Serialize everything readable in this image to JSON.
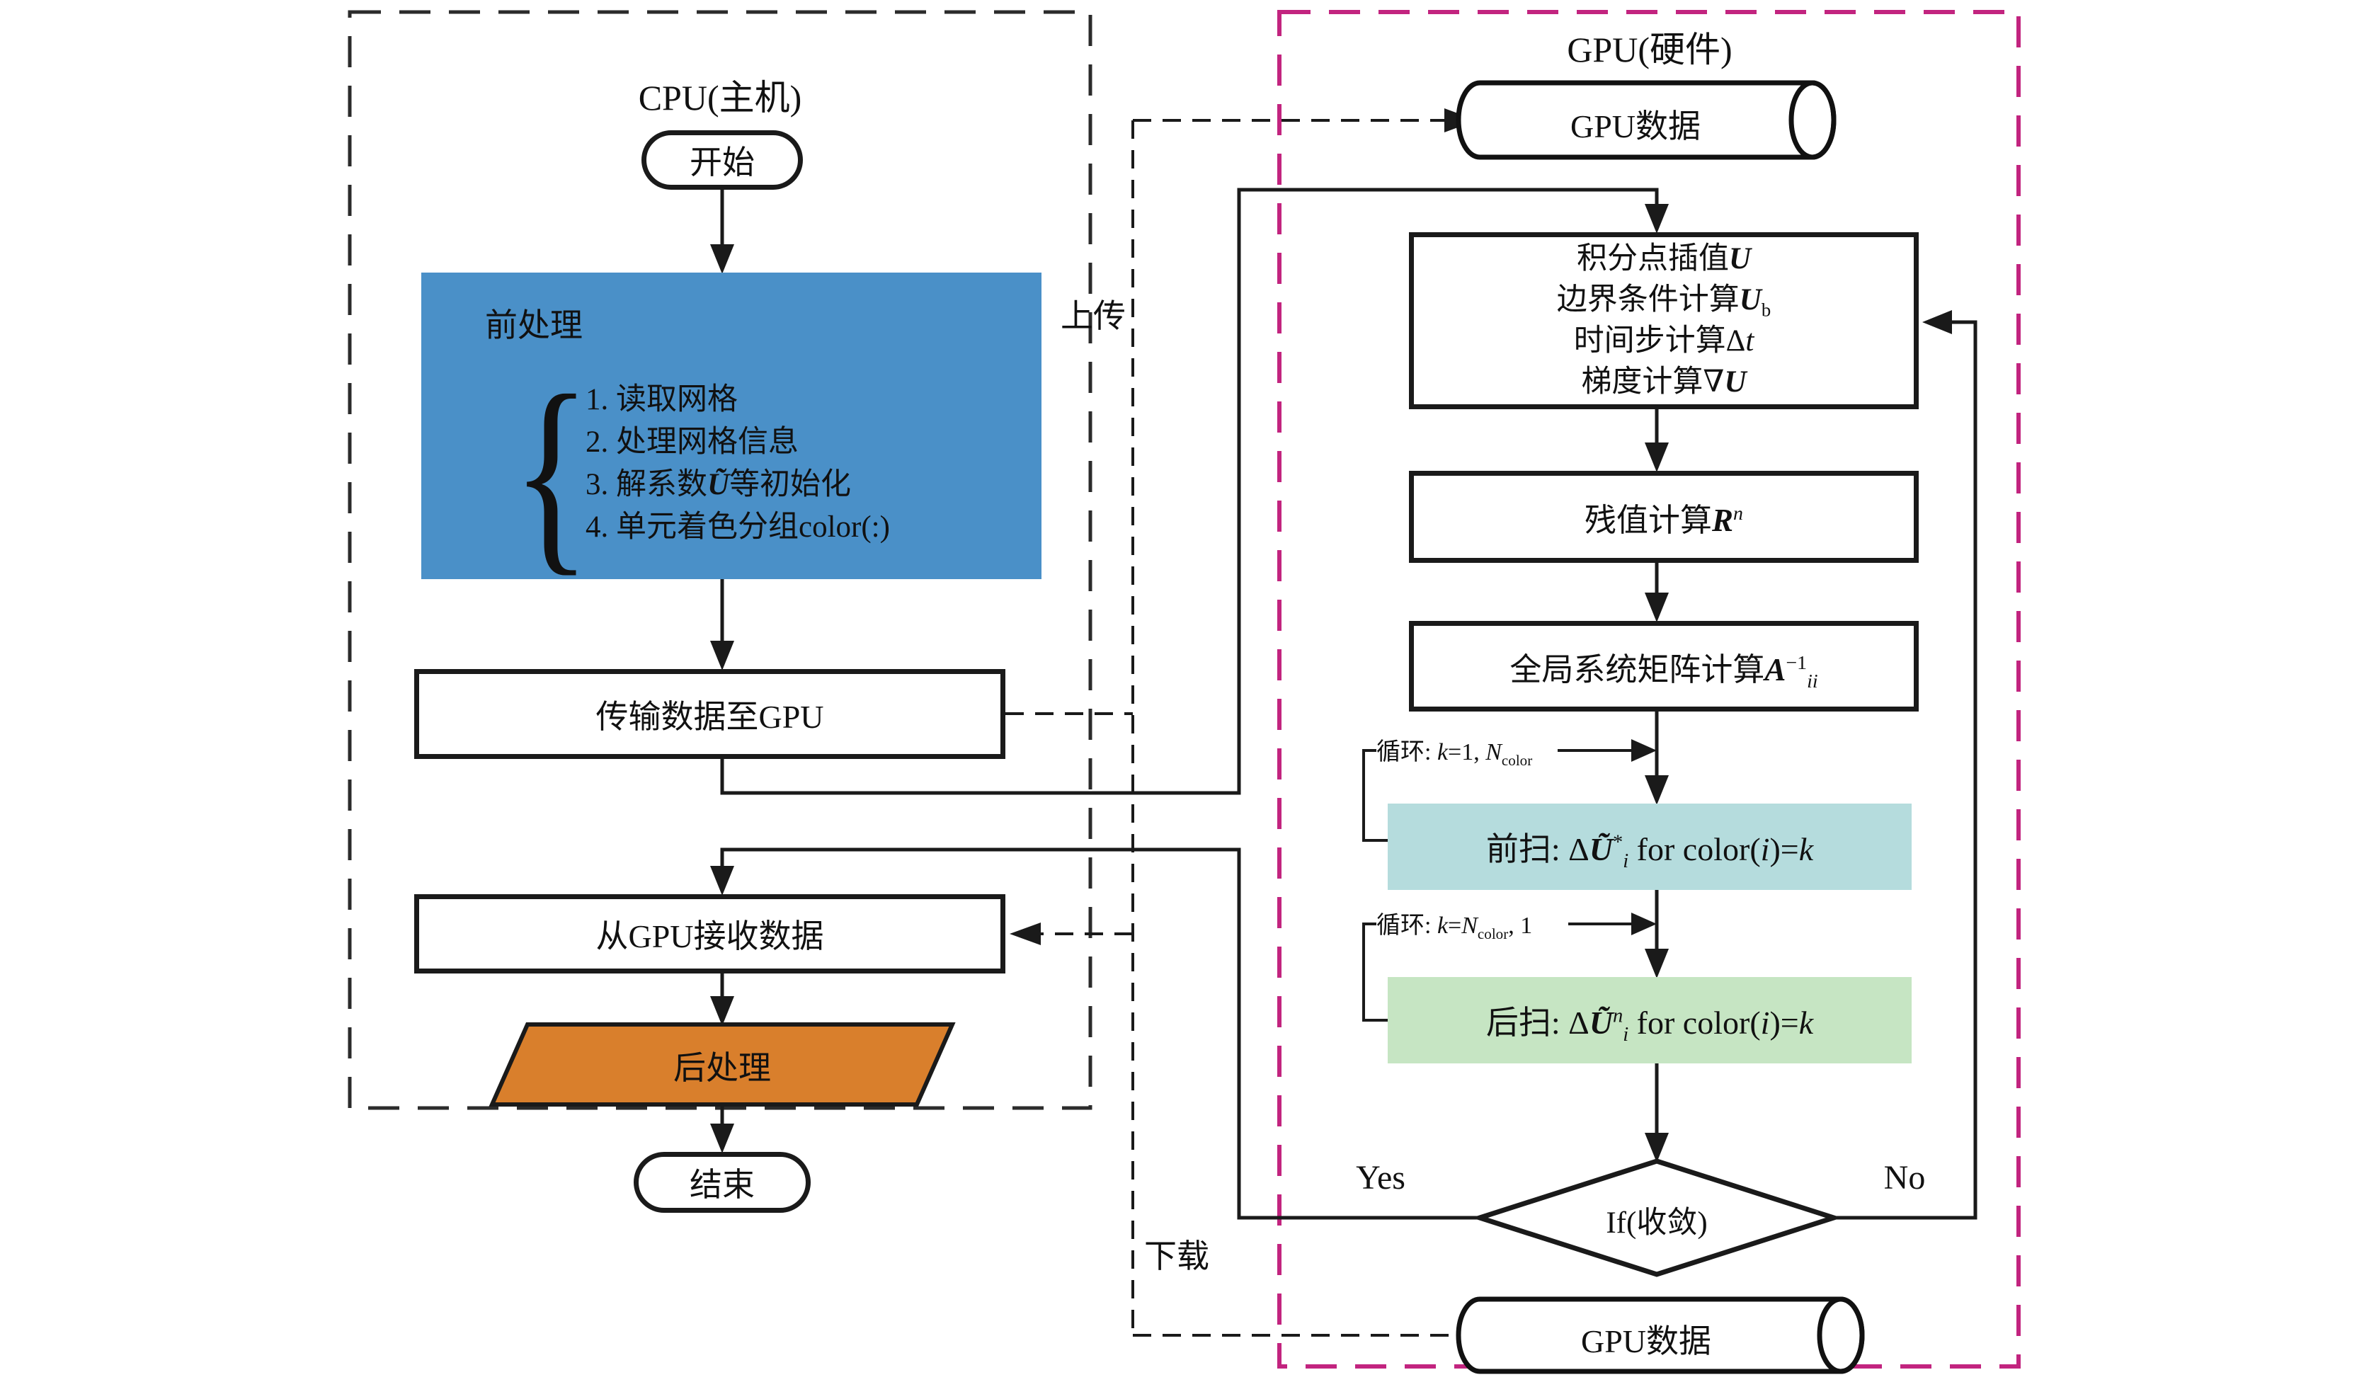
{
  "titles": {
    "cpu": "CPU(主机)",
    "gpu": "GPU(硬件)"
  },
  "cpu": {
    "start": "开始",
    "pre_title": "前处理",
    "brace": "{",
    "pre_items": {
      "i1": "1. 读取网格",
      "i2": "2. 处理网格信息",
      "i3a": "3. 解系数",
      "i3b": "Ũ",
      "i3c": "等初始化",
      "i4": "4. 单元着色分组color(:)"
    },
    "transfer": "传输数据至GPU",
    "receive": "从GPU接收数据",
    "post": "后处理",
    "end": "结束"
  },
  "bus": {
    "upload": "上传",
    "download": "下载"
  },
  "gpu": {
    "cyl_top": "GPU数据",
    "cyl_bottom": "GPU数据",
    "box1": {
      "l1a": "积分点插值",
      "l1b": "U",
      "l2a": "边界条件计算",
      "l2b": "U",
      "l2sub": "b",
      "l3a": "时间步计算Δ",
      "l3b": "t",
      "l4a": "梯度计算∇",
      "l4b": "U"
    },
    "residual": {
      "a": "残值计算",
      "b": "R",
      "sup": "n"
    },
    "matrix": {
      "a": "全局系统矩阵计算",
      "b": "A",
      "sup": "−1",
      "sub": "ii"
    },
    "loop1": {
      "a": "循环: ",
      "k": "k",
      "c": "=1, ",
      "n": "N",
      "sub": "color"
    },
    "sweep1": {
      "a": "前扫: Δ",
      "u": "Ũ",
      "sup": "*",
      "sub": "i",
      "b": " for color(",
      "i": "i",
      "c": ")=",
      "k": "k"
    },
    "loop2": {
      "a": "循环: ",
      "k": "k",
      "c": "=",
      "n": "N",
      "sub": "color",
      "tail": ", 1"
    },
    "sweep2": {
      "a": "后扫: Δ",
      "u": "Ũ",
      "sup": "n",
      "sub": "i",
      "b": " for color(",
      "i": "i",
      "c": ")=",
      "k": "k"
    },
    "decision": "If(收敛)",
    "yes": "Yes",
    "no": "No"
  },
  "colors": {
    "pre_fill": "#4a90c8",
    "post_fill": "#d97f2c",
    "sweep1_fill": "#b5dcdd",
    "sweep2_fill": "#c6e5c3",
    "gpu_border": "#c2247f",
    "line": "#1a1a1a"
  }
}
